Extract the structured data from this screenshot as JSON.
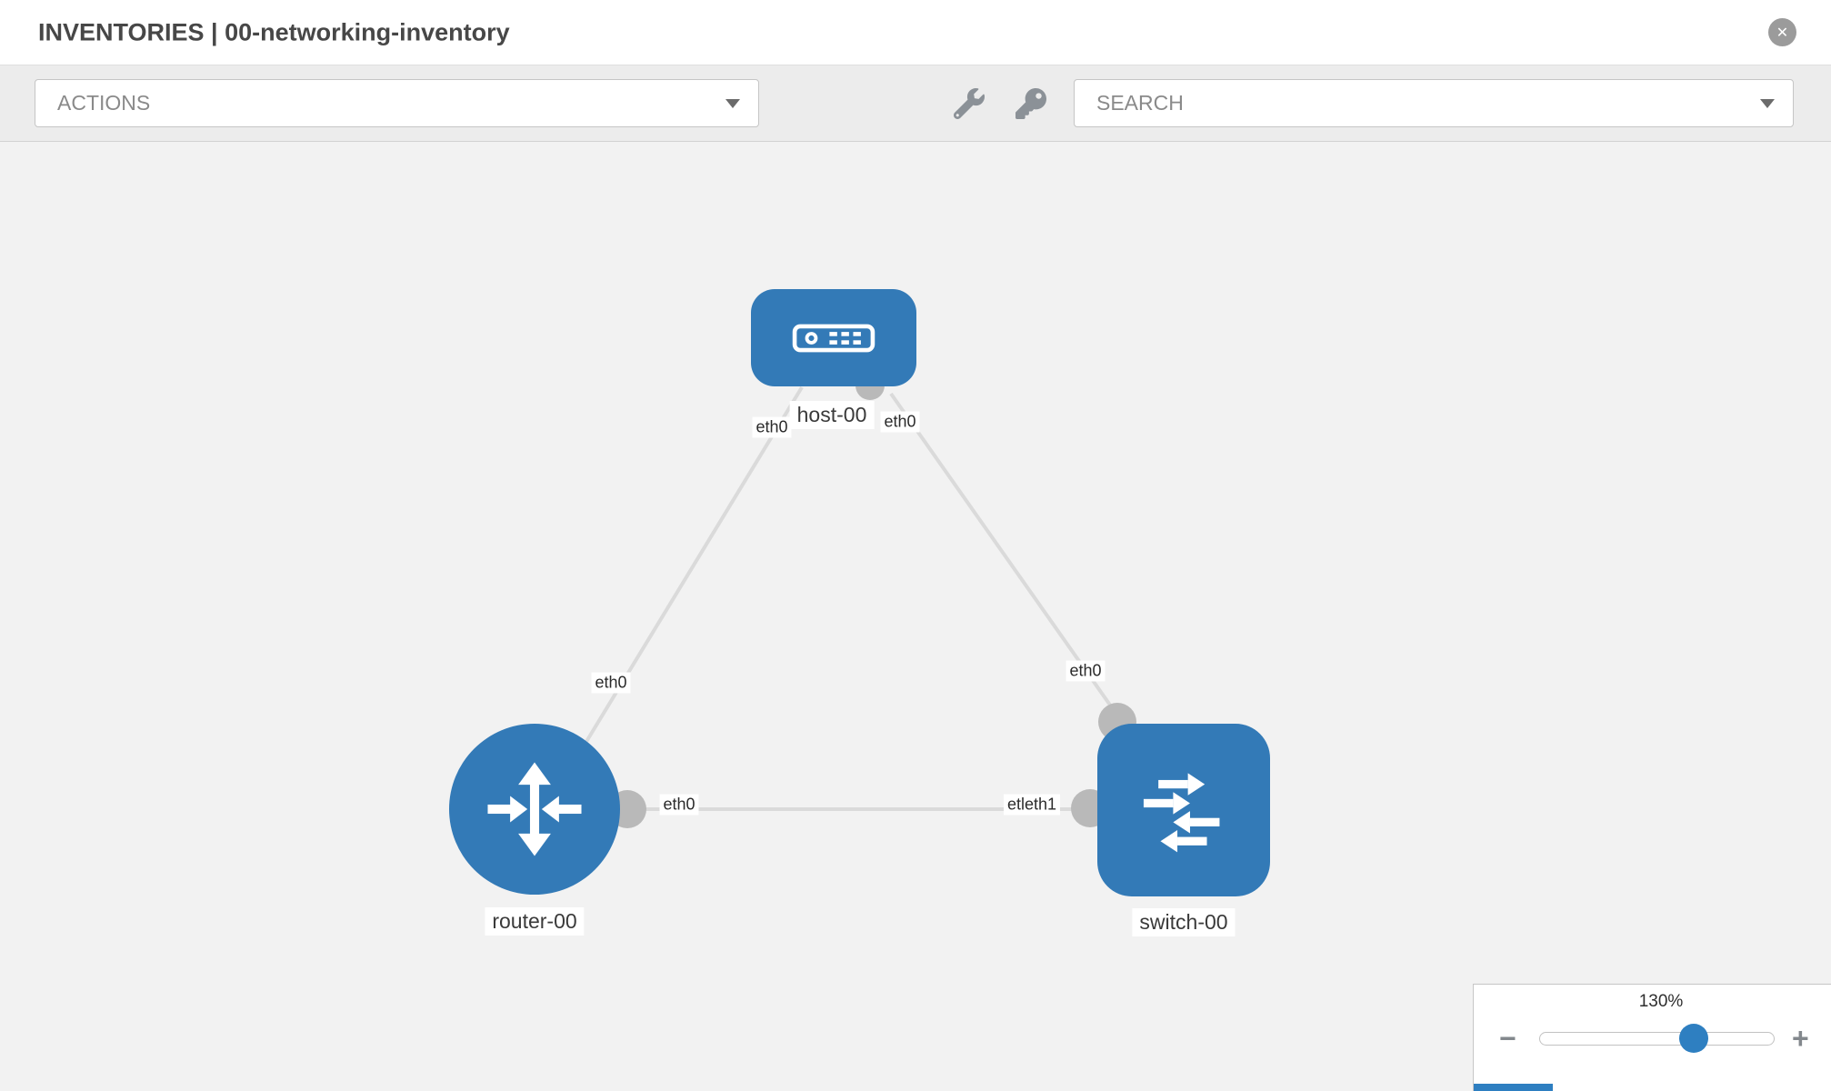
{
  "header": {
    "title": "INVENTORIES | 00-networking-inventory",
    "close_glyph": "✕"
  },
  "toolbar": {
    "actions": {
      "label": "ACTIONS"
    },
    "search": {
      "label": "SEARCH"
    },
    "icons": [
      "wrench-icon",
      "key-icon"
    ]
  },
  "canvas": {
    "nodes": [
      {
        "id": "host-00",
        "type": "host",
        "label": "host-00"
      },
      {
        "id": "router-00",
        "type": "router",
        "label": "router-00"
      },
      {
        "id": "switch-00",
        "type": "switch",
        "label": "switch-00"
      }
    ],
    "links": [
      {
        "from": "host-00",
        "to": "router-00",
        "from_label": "eth0",
        "to_label": "eth0"
      },
      {
        "from": "host-00",
        "to": "switch-00",
        "from_label": "eth0",
        "to_label": "eth0"
      },
      {
        "from": "router-00",
        "to": "switch-00",
        "from_label": "eth0",
        "to_label": "etleth1"
      }
    ]
  },
  "zoom": {
    "level": "130%",
    "zoom_out_glyph": "−",
    "zoom_in_glyph": "+"
  },
  "colors": {
    "node_blue": "#337ab7",
    "handle_blue": "#2e7fc1",
    "link_gray": "#dadada",
    "port_gray": "#b9b9b9",
    "canvas_bg": "#f2f2f2",
    "toolbar_bg": "#ececec"
  }
}
